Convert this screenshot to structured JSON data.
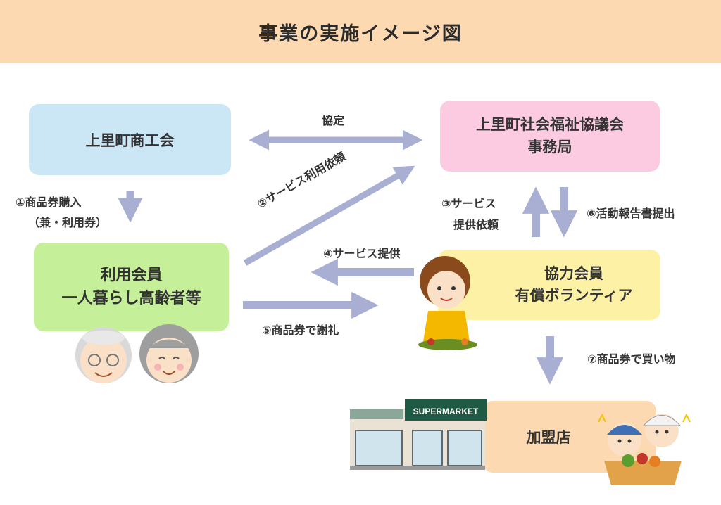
{
  "header": {
    "title": "事業の実施イメージ図"
  },
  "colors": {
    "header_bg": "#fcd9b0",
    "arrow": "#a9aed3",
    "box_commerce": "#cbe7f6",
    "box_welfare": "#fccbe2",
    "box_users": "#c6ef9a",
    "box_volunteers": "#fdf1a6",
    "box_store": "#fcd9b0"
  },
  "nodes": {
    "commerce": {
      "label": "上里町商工会"
    },
    "welfare": {
      "line1": "上里町社会福祉協議会",
      "line2": "事務局"
    },
    "users": {
      "line1": "利用会員",
      "line2": "一人暮らし高齢者等"
    },
    "volunteers": {
      "line1": "協力会員",
      "line2": "有償ボランティア"
    },
    "store": {
      "label": "加盟店"
    }
  },
  "edges": {
    "agreement": "協定",
    "step1_line1": "①商品券購入",
    "step1_line2": "（兼・利用券）",
    "step2": "②サービス利用依頼",
    "step3_line1": "③サービス",
    "step3_line2": "提供依頼",
    "step4": "④サービス提供",
    "step5": "⑤商品券で謝礼",
    "step6": "⑥活動報告書提出",
    "step7": "⑦商品券で買い物"
  },
  "illustrations": {
    "supermarket_sign": "SUPERMARKET",
    "elderly_icon": "elderly-couple-icon",
    "volunteer_icon": "cooking-volunteer-icon",
    "shoppers_icon": "shoppers-with-vegetables-icon",
    "store_icon": "supermarket-building-icon"
  }
}
